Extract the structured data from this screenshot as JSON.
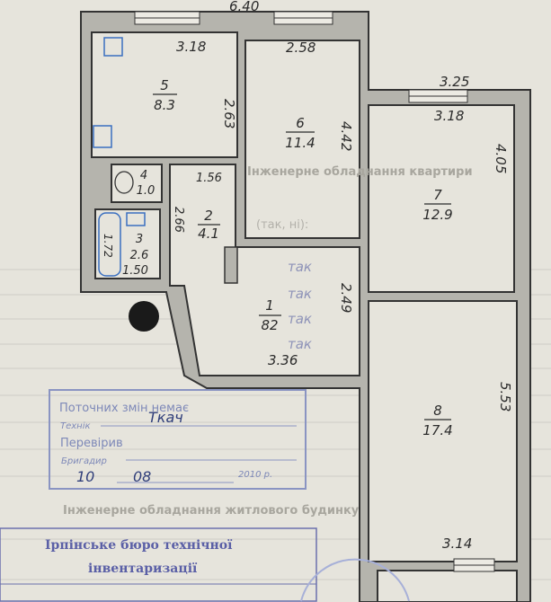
{
  "background_text": {
    "heading_apartment": "Інженерне обладнання квартири",
    "question": "(так, ні):",
    "heading_building": "Інженерне обладнання житлового будинку"
  },
  "handwritten_answers": [
    "так",
    "так",
    "так",
    "так"
  ],
  "dimensions": {
    "top_total": "6.40",
    "kitchen_width": "3.18",
    "kitchen_depth": "2.63",
    "room6_width": "2.58",
    "room6_depth": "4.42",
    "room7_outer": "3.25",
    "room7_width": "3.18",
    "room7_depth": "4.05",
    "room2_width": "1.56",
    "room2_depth": "2.66",
    "bath_width": "1.50",
    "bath_length": "1.72",
    "hall_depth": "2.49",
    "hall_width": "3.36",
    "room8_depth": "5.53",
    "bottom_width": "3.14"
  },
  "rooms": [
    {
      "number": "1",
      "area": "82"
    },
    {
      "number": "2",
      "area": "4.1"
    },
    {
      "number": "3",
      "area": "2.6"
    },
    {
      "number": "4",
      "area": "1.0"
    },
    {
      "number": "5",
      "area": "8.3"
    },
    {
      "number": "6",
      "area": "11.4"
    },
    {
      "number": "7",
      "area": "12.9"
    },
    {
      "number": "8",
      "area": "17.4"
    }
  ],
  "stamp": {
    "title": "Поточних змін немає",
    "technician_label": "Технік",
    "technician_signature": "Ткач",
    "checked_label": "Перевірив",
    "foreman_label": "Бригадир",
    "day": "10",
    "month": "08",
    "year": "2010 р."
  },
  "bureau_stamp": {
    "line1": "Ірпінське бюро технічної",
    "line2": "інвентаризації"
  },
  "colors": {
    "paper": "#e6e4dc",
    "wall": "#b5b4ad",
    "ink": "#2b2b2b",
    "stamp": "#7d88b8",
    "fixture": "#3a6fc0"
  }
}
